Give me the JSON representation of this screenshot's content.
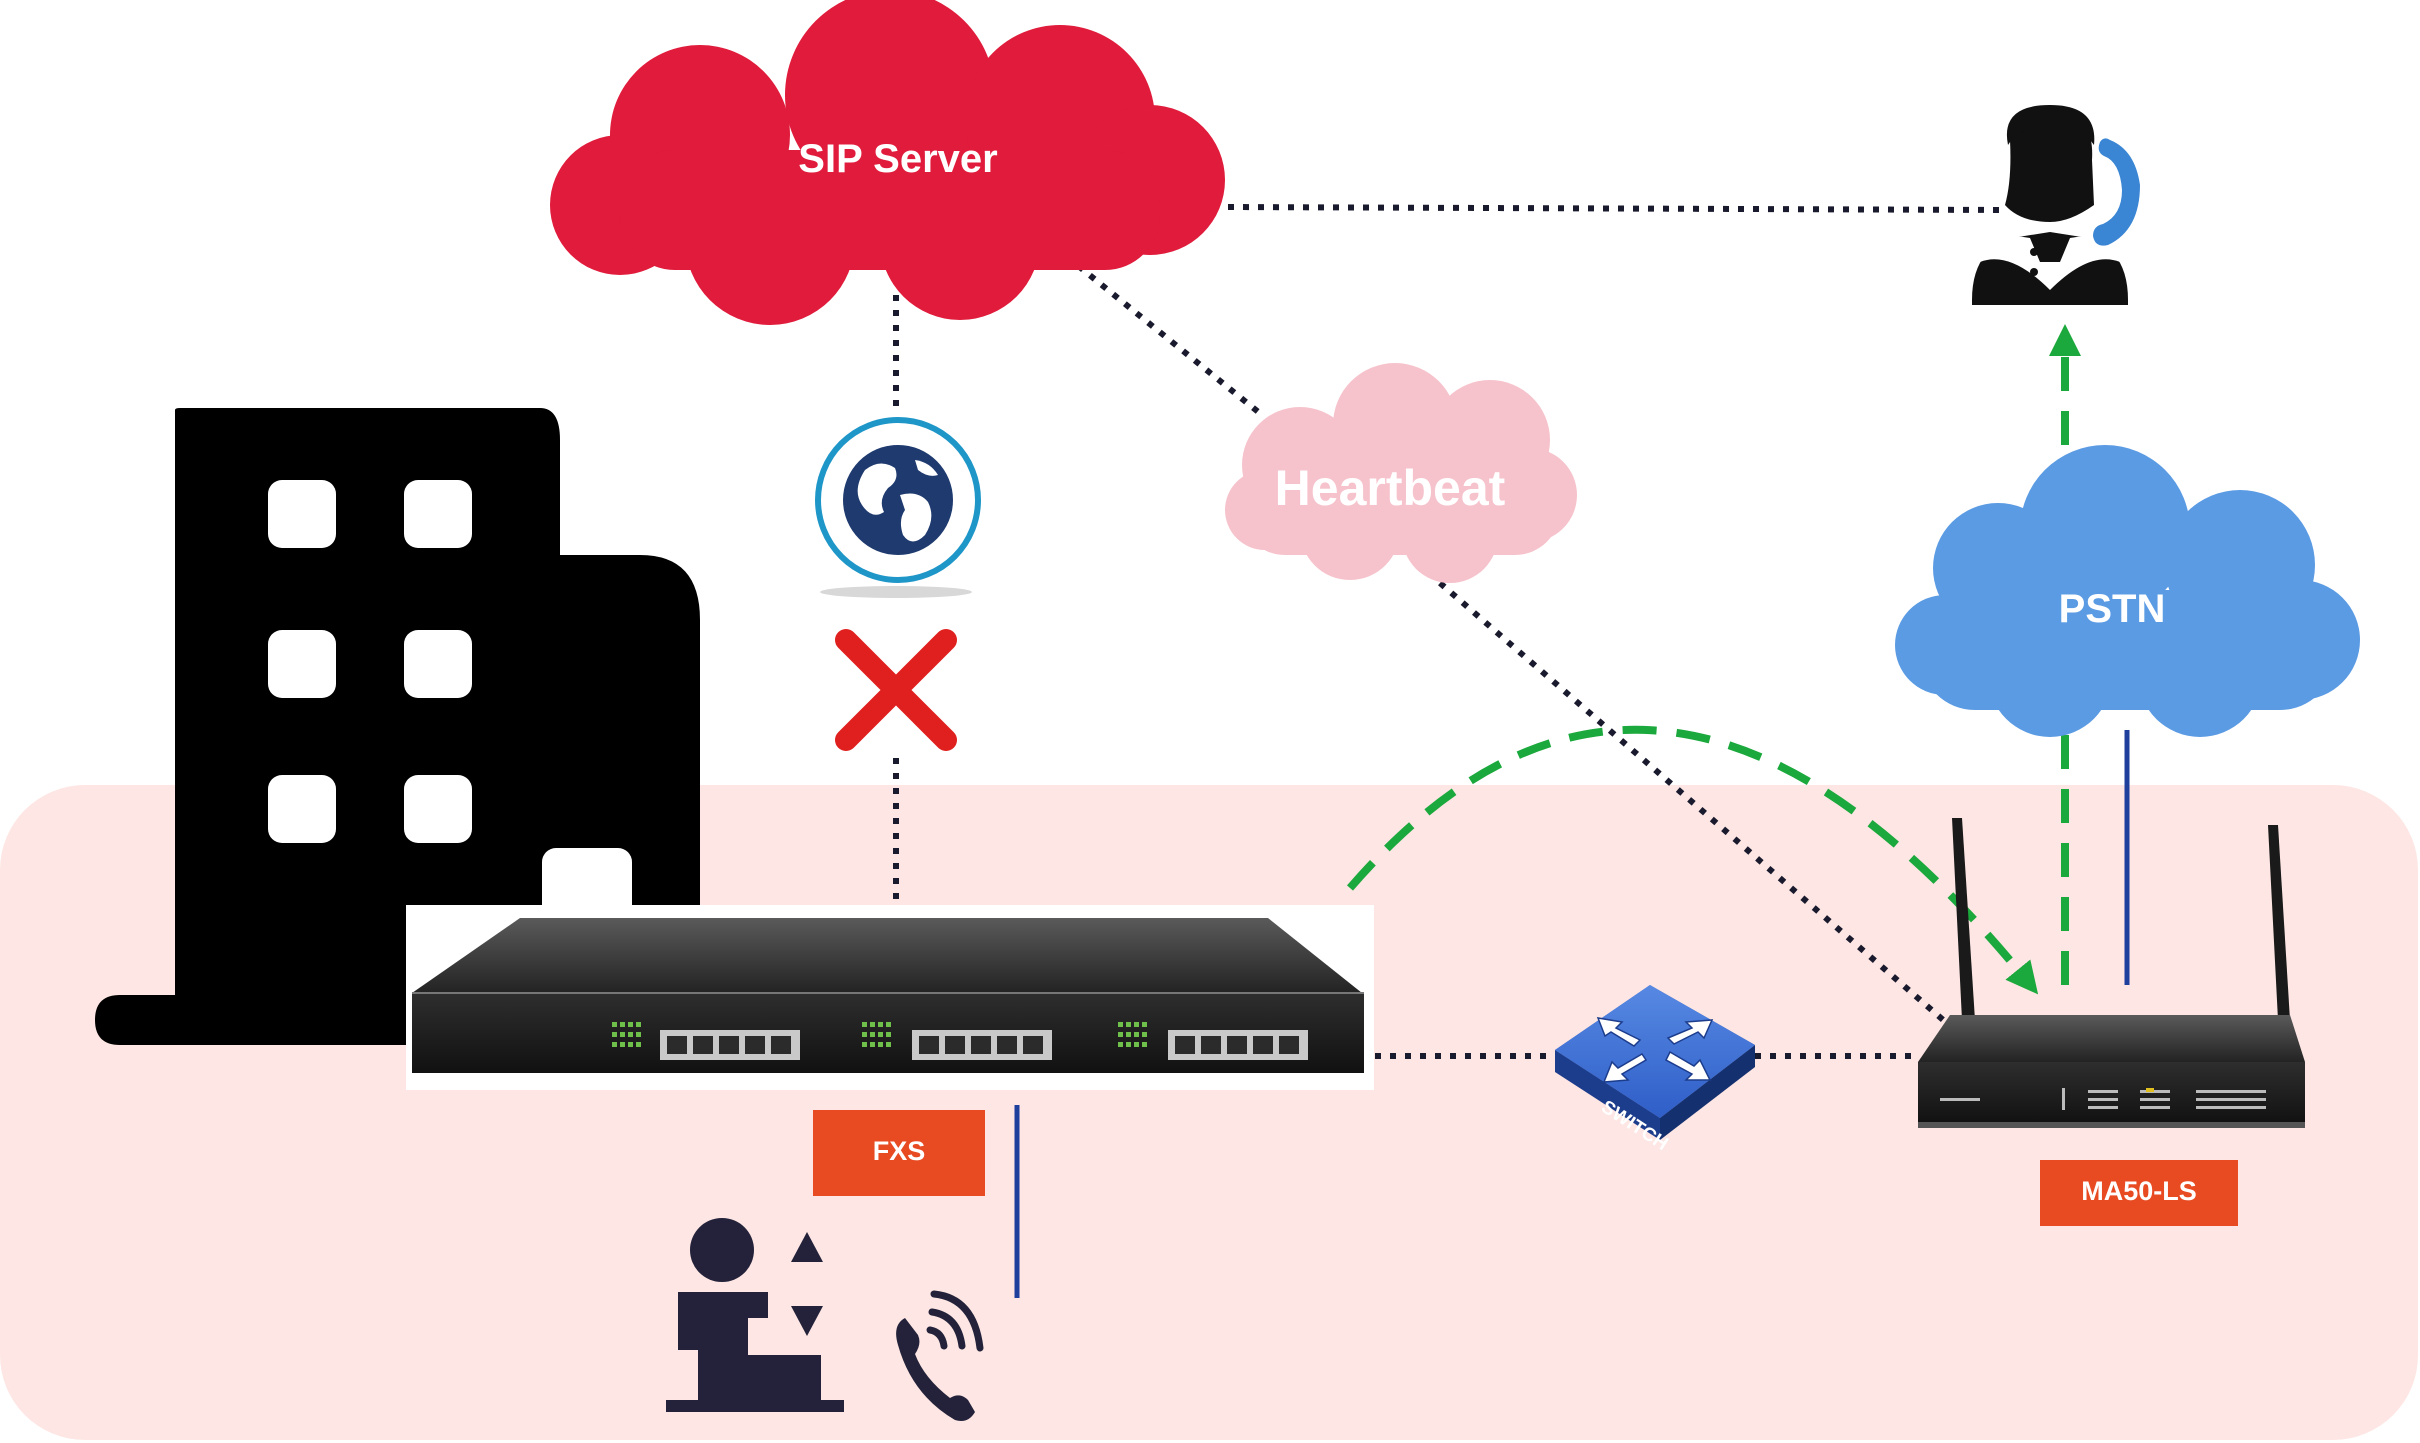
{
  "nodes": {
    "sip_server": {
      "label": "SIP Server"
    },
    "heartbeat": {
      "label": "Heartbeat"
    },
    "pstn": {
      "label": "PSTN"
    },
    "fxs": {
      "label": "FXS"
    },
    "ma50": {
      "label": "MA50-LS"
    },
    "switch": {
      "label": "SWITCH"
    }
  },
  "colors": {
    "sip_cloud": "#e01b3b",
    "heartbeat_cloud": "#f6c3cc",
    "pstn_cloud": "#5b9be3",
    "local_zone": "#fde6e3",
    "label_box": "#e84a22",
    "green_arrow": "#1ba83c",
    "blue_line": "#1f3f9c",
    "dotted_line": "#1a1a2e",
    "error_x": "#e0201e"
  },
  "icons": {
    "building": "building-icon",
    "globe": "globe-icon",
    "failure": "x-mark-icon",
    "agent": "call-center-agent-icon",
    "desk_user": "desk-user-icon",
    "phone": "ringing-phone-icon"
  }
}
